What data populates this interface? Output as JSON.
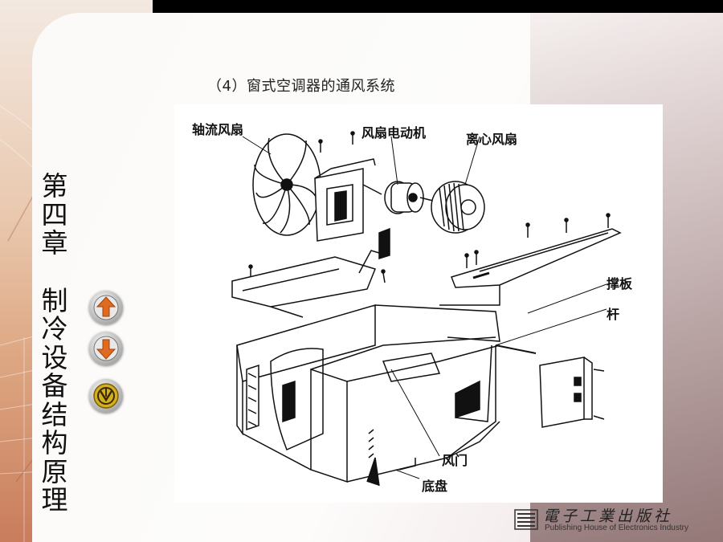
{
  "sidebar": {
    "chapter_chars": [
      "第",
      "四",
      "章"
    ],
    "subject_chars": [
      "制",
      "冷",
      "设",
      "备",
      "结",
      "构",
      "原",
      "理"
    ],
    "buttons": [
      {
        "icon": "up-arrow-icon"
      },
      {
        "icon": "down-arrow-icon"
      },
      {
        "icon": "return-icon"
      }
    ]
  },
  "heading": "（4）窗式空调器的通风系统",
  "diagram_labels": {
    "axial_fan": "轴流风扇",
    "fan_motor": "风扇电动机",
    "centrifugal_fan": "离心风扇",
    "brace_plate": "撑板",
    "rod": "杆",
    "air_door": "风门",
    "base_pan": "底盘"
  },
  "publisher": {
    "cn": "電子工業出版社",
    "en": "Publishing House of Electronics Industry"
  },
  "colors": {
    "sidebar_top": "#f3e9e2",
    "sidebar_bottom": "#c97d5c",
    "frame": "#000000",
    "button_up": "#e06a1e",
    "button_down": "#e06a1e",
    "button_return": "#d4b020"
  }
}
